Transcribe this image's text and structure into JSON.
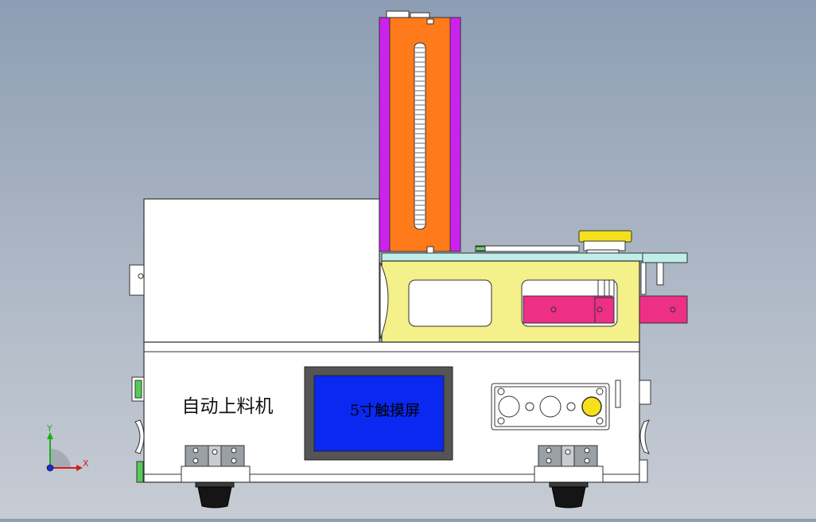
{
  "machine": {
    "name_label": "自动上料机",
    "screen_label": "5寸触摸屏"
  },
  "triad": {
    "y_label": "Y",
    "x_label": "X"
  },
  "colors": {
    "orange_magazine": "#ff7a1a",
    "magenta_rails": "#cc22ee",
    "yellow_frame": "#f4f08a",
    "pink_brackets": "#ee2f86",
    "cyan_plate": "#bfeee8",
    "blue_screen": "#0a28f0",
    "yellow_button": "#f4e11b"
  },
  "icons": [
    "axis-triad-icon",
    "hinge-icon",
    "button-icon"
  ]
}
